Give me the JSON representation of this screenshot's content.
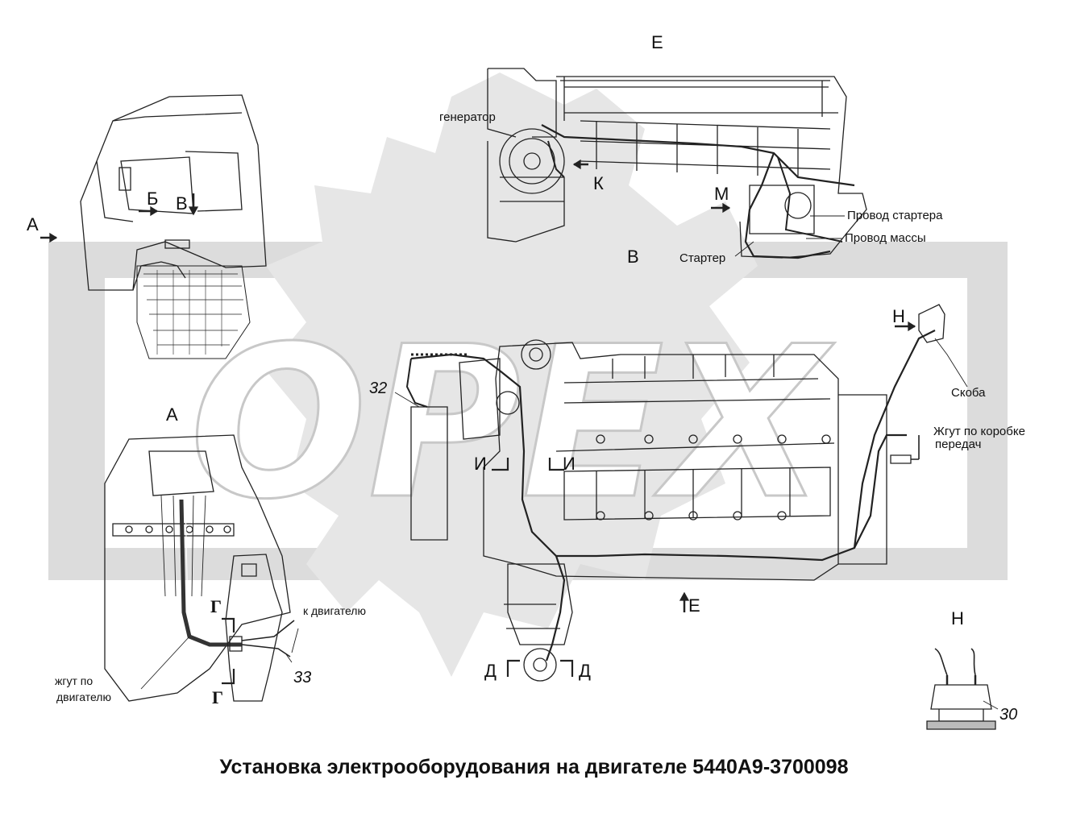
{
  "title": "Установка электрооборудования на двигателе 5440А9-3700098",
  "watermark": {
    "text": "OPEX",
    "color": "#d9d9d9"
  },
  "views": {
    "E_top": "Е",
    "A_left": "А",
    "A_lower": "А",
    "B_cab": "Б",
    "V_cab": "В",
    "V_center": "В",
    "K": "К",
    "M": "М",
    "N_arrow": "Н",
    "N_detail": "Н",
    "E_bottom": "Е",
    "I_left": "И",
    "I_right": "И",
    "D_left": "Д",
    "D_right": "Д",
    "G_top": "Г",
    "G_bottom": "Г"
  },
  "labels": {
    "generator": "генератор",
    "starter_wire": "Провод стартера",
    "ground_wire": "Провод массы",
    "starter": "Стартер",
    "bracket": "Скоба",
    "gearbox_harness_1": "Жгут по коробке",
    "gearbox_harness_2": "передач",
    "to_engine": "к двигателю",
    "engine_harness_1": "жгут по",
    "engine_harness_2": "двигателю"
  },
  "callouts": {
    "c32": "32",
    "c33": "33",
    "c30": "30"
  }
}
